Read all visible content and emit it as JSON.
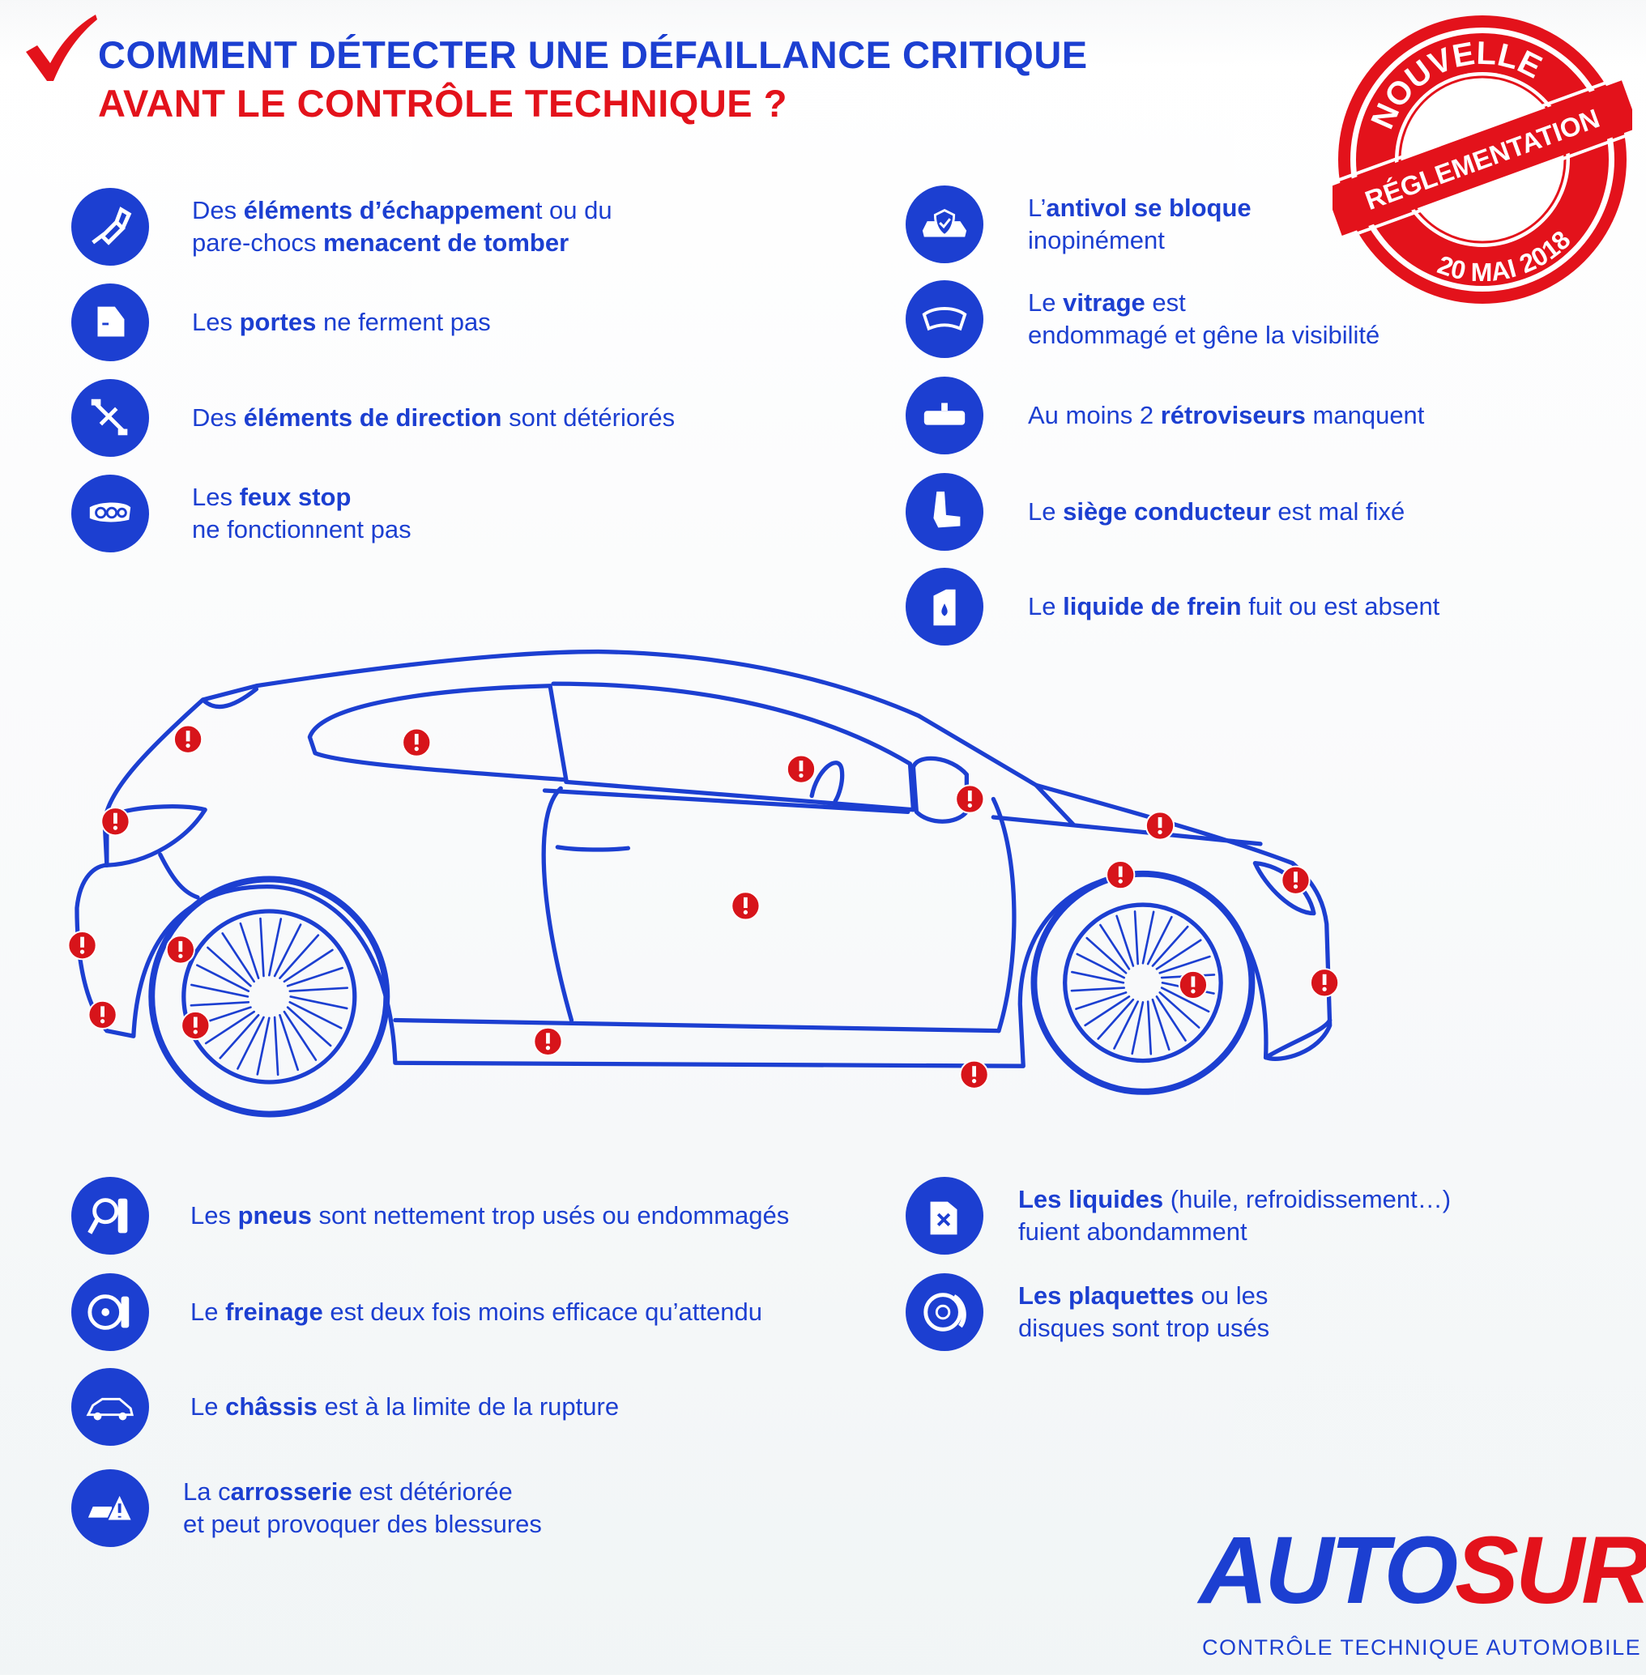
{
  "title": {
    "line1": "COMMENT DÉTECTER UNE DÉFAILLANCE CRITIQUE",
    "line2": "AVANT LE CONTRÔLE TECHNIQUE ?"
  },
  "stamp": {
    "top": "NOUVELLE",
    "band": "RÉGLEMENTATION",
    "bottom": "20 MAI 2018"
  },
  "items": [
    {
      "icon": "exhaust-icon",
      "lines": [
        [
          {
            "t": "Des "
          },
          {
            "t": "éléments d’échappemen",
            "bold": true
          },
          {
            "t": "t ou du"
          }
        ],
        [
          {
            "t": "pare-chocs "
          },
          {
            "t": "menacent de tomber",
            "bold": true
          }
        ]
      ]
    },
    {
      "icon": "door-icon",
      "lines": [
        [
          {
            "t": "Les "
          },
          {
            "t": "portes",
            "bold": true
          },
          {
            "t": " ne ferment pas"
          }
        ]
      ]
    },
    {
      "icon": "steering-axle-icon",
      "lines": [
        [
          {
            "t": "Des "
          },
          {
            "t": "éléments de direction",
            "bold": true
          },
          {
            "t": " sont détériorés"
          }
        ]
      ]
    },
    {
      "icon": "brake-light-icon",
      "lines": [
        [
          {
            "t": "Les "
          },
          {
            "t": "feux stop",
            "bold": true
          }
        ],
        [
          {
            "t": "ne fonctionnent pas"
          }
        ]
      ]
    },
    {
      "icon": "antitheft-shield-car-icon",
      "lines": [
        [
          {
            "t": "L’"
          },
          {
            "t": "antivol se bloque",
            "bold": true
          }
        ],
        [
          {
            "t": "inopinément"
          }
        ]
      ]
    },
    {
      "icon": "windshield-icon",
      "lines": [
        [
          {
            "t": "Le "
          },
          {
            "t": "vitrage",
            "bold": true
          },
          {
            "t": " est"
          }
        ],
        [
          {
            "t": "endommagé et gêne la visibilité"
          }
        ]
      ]
    },
    {
      "icon": "rearview-mirror-icon",
      "lines": [
        [
          {
            "t": "Au moins 2 "
          },
          {
            "t": "rétroviseurs",
            "bold": true
          },
          {
            "t": " manquent"
          }
        ]
      ]
    },
    {
      "icon": "car-seat-icon",
      "lines": [
        [
          {
            "t": "Le "
          },
          {
            "t": "siège conducteur",
            "bold": true
          },
          {
            "t": " est mal fixé"
          }
        ]
      ]
    },
    {
      "icon": "brake-fluid-icon",
      "lines": [
        [
          {
            "t": "Le "
          },
          {
            "t": "liquide de frein",
            "bold": true
          },
          {
            "t": " fuit ou est absent"
          }
        ]
      ]
    },
    {
      "icon": "tire-inspection-icon",
      "lines": [
        [
          {
            "t": "Les "
          },
          {
            "t": "pneus",
            "bold": true
          },
          {
            "t": " sont nettement trop usés ou endommagés"
          }
        ]
      ]
    },
    {
      "icon": "wheel-tire-icon",
      "lines": [
        [
          {
            "t": "Le "
          },
          {
            "t": "freinage",
            "bold": true
          },
          {
            "t": " est deux fois moins efficace qu’attendu"
          }
        ]
      ]
    },
    {
      "icon": "chassis-icon",
      "lines": [
        [
          {
            "t": "Le "
          },
          {
            "t": "châssis",
            "bold": true
          },
          {
            "t": " est à la limite de la rupture"
          }
        ]
      ]
    },
    {
      "icon": "car-warning-icon",
      "lines": [
        [
          {
            "t": "La c"
          },
          {
            "t": "arrosserie",
            "bold": true
          },
          {
            "t": " est détériorée"
          }
        ],
        [
          {
            "t": "et peut provoquer des blessures"
          }
        ]
      ]
    },
    {
      "icon": "fluid-canister-icon",
      "lines": [
        [
          {
            "t": "Les liquides",
            "bold": true
          },
          {
            "t": " (huile, refroidissement…)"
          }
        ],
        [
          {
            "t": "fuient abondamment"
          }
        ]
      ]
    },
    {
      "icon": "brake-disc-icon",
      "lines": [
        [
          {
            "t": "Les plaquettes",
            "bold": true
          },
          {
            "t": " ou les"
          }
        ],
        [
          {
            "t": "disques sont trop usés"
          }
        ]
      ]
    }
  ],
  "logo": {
    "name_blue": "AUTO",
    "name_red": "SUR",
    "tagline": "CONTRÔLE TECHNIQUE AUTOMOBILE"
  },
  "colors": {
    "blue": "#1c3fd1",
    "red": "#e3121b"
  }
}
